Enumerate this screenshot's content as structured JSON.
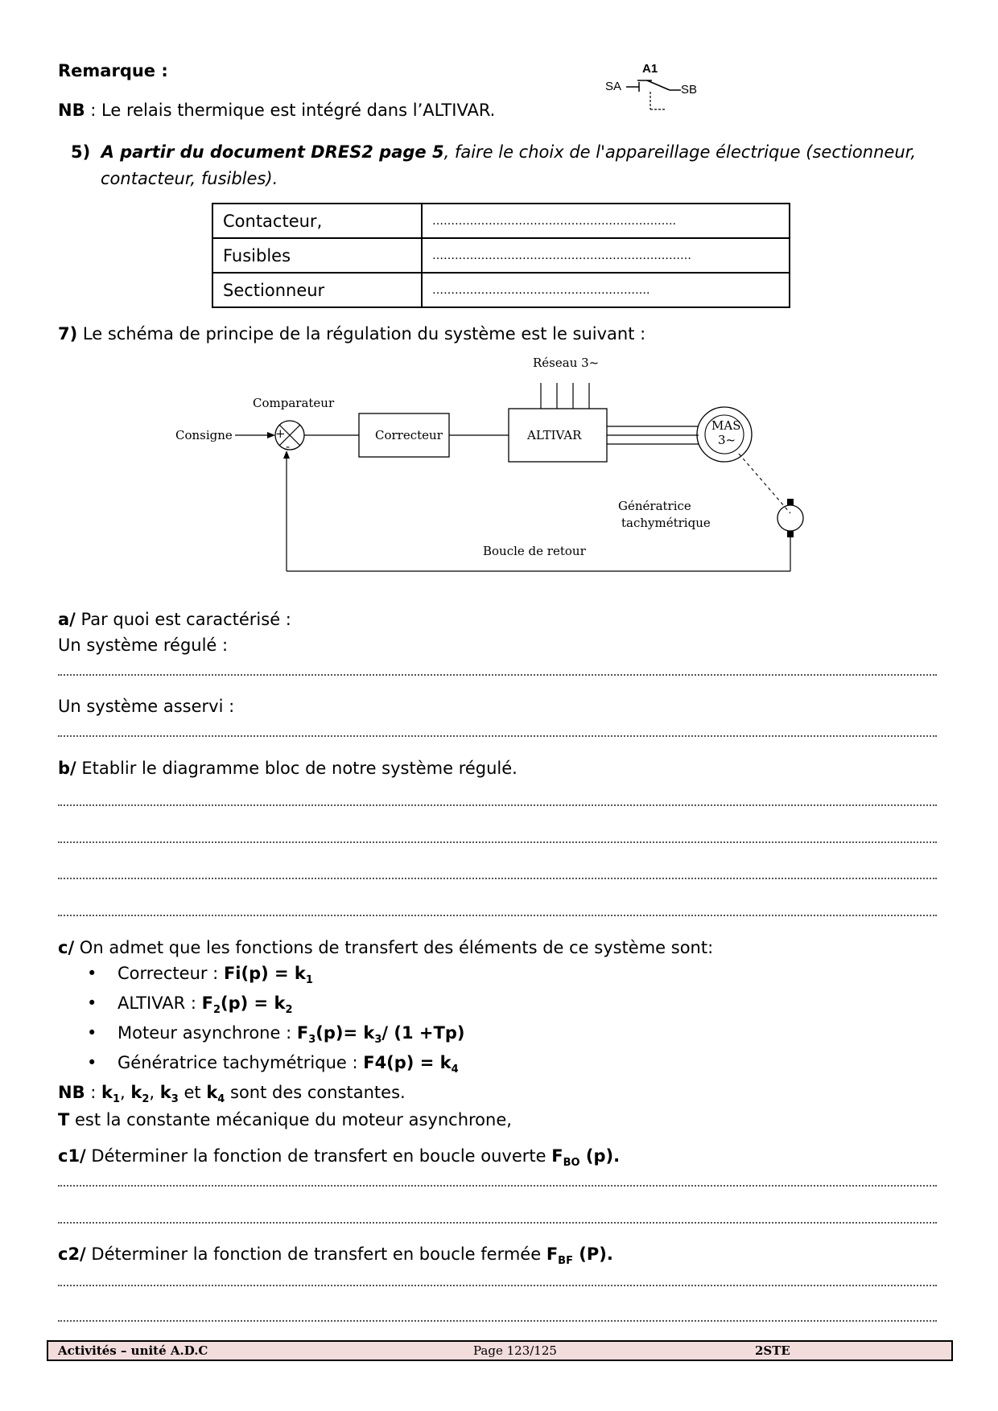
{
  "remarque": {
    "label": "Remarque :"
  },
  "nb1": {
    "label": "NB",
    "text": " : Le relais thermique est intégré dans l’ALTIVAR."
  },
  "relay_symbol": {
    "name": "A1",
    "left": "SA",
    "right": "SB"
  },
  "q5": {
    "number": "5)",
    "bold_part": "A partir du document DRES2 page 5",
    "rest": ", faire le choix de l'appareillage électrique (sectionneur,",
    "line2": "contacteur, fusibles)."
  },
  "choice_table": {
    "rows": [
      {
        "label": "Contacteur,",
        "fill": "……………………………………………………….."
      },
      {
        "label": "Fusibles",
        "fill": "……………………………………………………………"
      },
      {
        "label": "Sectionneur",
        "fill": "…………………………………………………."
      }
    ]
  },
  "q7": {
    "number": "7)",
    "text": " Le schéma de principe de la régulation du système est le suivant :"
  },
  "diagram": {
    "reseau": "Réseau 3~",
    "comparateur": "Comparateur",
    "consigne": "Consigne",
    "plus": "+",
    "minus": "-",
    "correcteur": "Correcteur",
    "altivar": "ALTIVAR",
    "mas": "MAS",
    "mas_sub": "3~",
    "generatrice_1": "Génératrice",
    "generatrice_2": "tachymétrique",
    "boucle": "Boucle de retour"
  },
  "qa": {
    "label": "a/",
    "text": " Par quoi est caractérisé :",
    "regule": "Un système régulé :",
    "asservi": "Un système asservi :"
  },
  "qb": {
    "label": "b/",
    "text": " Etablir le diagramme bloc de notre système régulé."
  },
  "qc": {
    "label": "c/",
    "text": " On admet que les fonctions de transfert des éléments de ce système sont:",
    "bullet": "•",
    "items": [
      {
        "name": "Correcteur : ",
        "fn": "Fi(p) = k",
        "sub": "1",
        "tail": ""
      },
      {
        "name": "ALTIVAR : ",
        "fn": "F",
        "sub": "2",
        "tail": "(p) = k",
        "sub2": "2"
      },
      {
        "name": "Moteur asynchrone : ",
        "fn": "F",
        "sub": "3",
        "tail": "(p)= k",
        "sub2": "3",
        "tail2": "/ (1 +Tp)"
      },
      {
        "name": "Génératrice tachymétrique : ",
        "fn": "F4(p) = k",
        "sub": "4",
        "tail": ""
      }
    ]
  },
  "nb2": {
    "label": "NB",
    "k1": "k",
    "s1": "1",
    "k2": "k",
    "s2": "2",
    "k3": "k",
    "s3": "3",
    "k4": "k",
    "s4": "4",
    "sep1": " : ",
    "sep2": ", ",
    "sep3": ", ",
    "sep4": " et ",
    "end": " sont des constantes.",
    "t_label": "T",
    "t_text": " est la constante mécanique du moteur asynchrone,"
  },
  "c1": {
    "label": "c1/",
    "text": " Déterminer la fonction de transfert en boucle ouverte ",
    "f": "F",
    "sub": "BO",
    "p": " (p)."
  },
  "c2": {
    "label": "c2/",
    "text": " Déterminer la fonction de transfert en boucle fermée ",
    "f": "F",
    "sub": "BF",
    "p": " (P)."
  },
  "footer": {
    "left": "Activités – unité  A.D.C",
    "center": "Page 123/125",
    "right": "2STE",
    "background": "#f2dcdc"
  }
}
